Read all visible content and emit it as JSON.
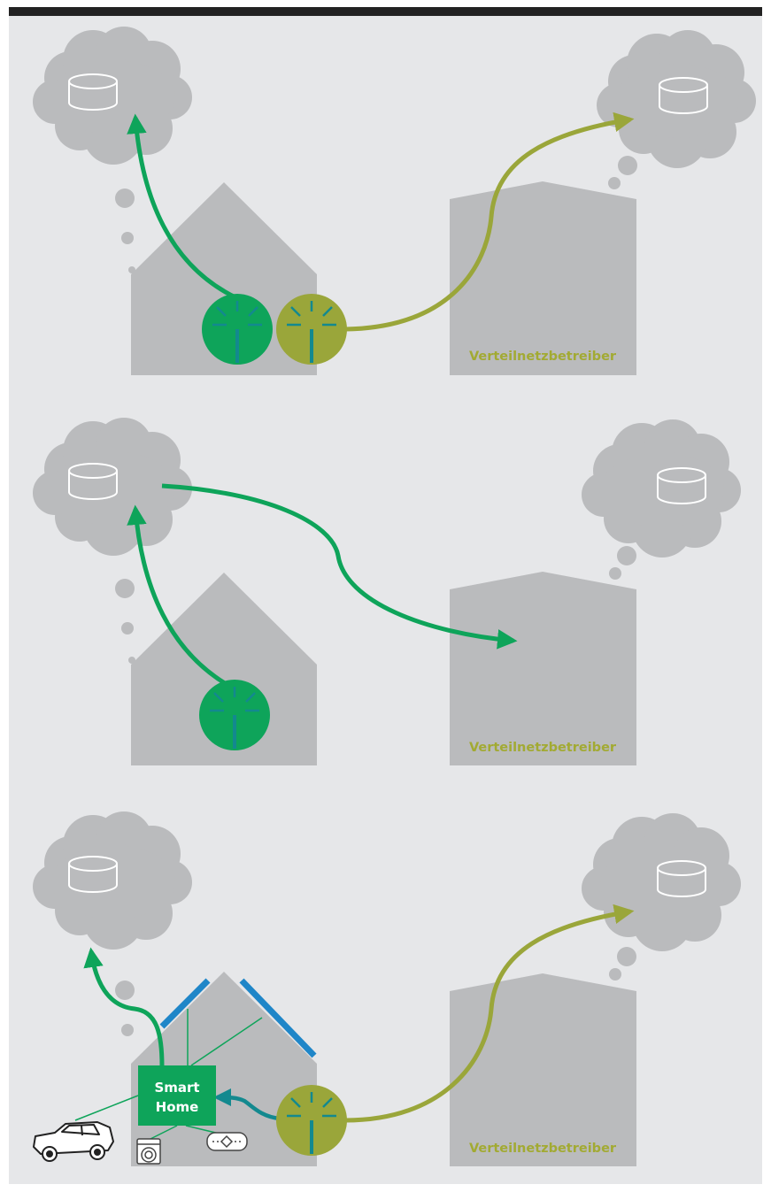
{
  "colors": {
    "background": "#e6e7e9",
    "top_bar": "#222222",
    "shape_grey": "#babbbd",
    "cloud_grey": "#babbbd",
    "meter_green": "#0ea45a",
    "meter_olive": "#9aa63a",
    "teal": "#13898f",
    "panel_blue": "#1f86c8",
    "label_olive": "#a2aa33"
  },
  "icons": {
    "cloud": "cloud-with-database-icon",
    "meter": "smart-meter-icon",
    "car": "car-icon",
    "washer": "washing-machine-icon",
    "boiler": "water-heater-icon"
  },
  "scenarios": [
    {
      "building_label": "Verteilnetzbetreiber"
    },
    {
      "building_label": "Verteilnetzbetreiber"
    },
    {
      "building_label": "Verteilnetzbetreiber",
      "smart_home_line1": "Smart",
      "smart_home_line2": "Home"
    }
  ]
}
